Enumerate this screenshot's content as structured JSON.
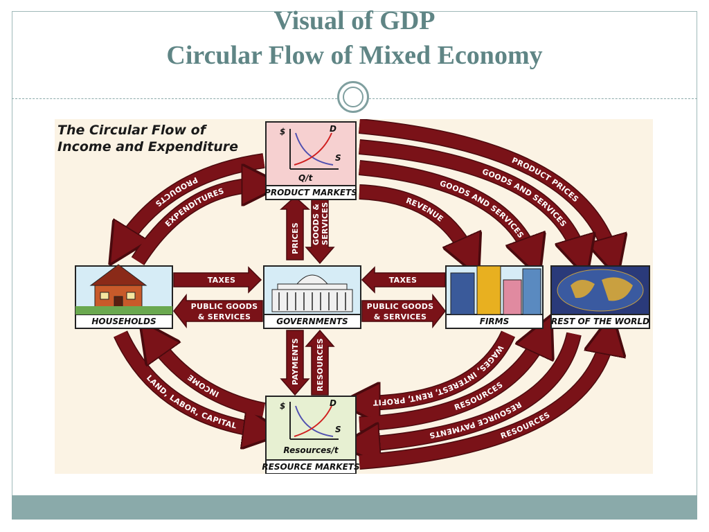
{
  "slide": {
    "title_line1": "Visual of GDP",
    "title_line2": "Circular Flow of Mixed Economy"
  },
  "diagram": {
    "title_line1": "The Circular Flow of",
    "title_line2": "Income and Expenditure",
    "nodes": {
      "product_markets": "PRODUCT MARKETS",
      "households": "HOUSEHOLDS",
      "governments": "GOVERNMENTS",
      "firms": "FIRMS",
      "rest_of_world": "REST OF THE WORLD",
      "resource_markets": "RESOURCE MARKETS"
    },
    "product_chart": {
      "y_axis": "$",
      "x_axis": "Q/t",
      "demand": "D",
      "supply": "S"
    },
    "resource_chart": {
      "y_axis": "$",
      "x_axis": "Resources/t",
      "demand": "D",
      "supply": "S"
    },
    "flows": {
      "products": "PRODUCTS",
      "expenditures": "EXPENDITURES",
      "product_prices": "PRODUCT PRICES",
      "goods_services_outer": "GOODS AND SERVICES",
      "goods_services_inner": "GOODS AND SERVICES",
      "revenue": "REVENUE",
      "prices": "PRICES",
      "goods_services_vertical_1": "GOODS &",
      "goods_services_vertical_2": "SERVICES",
      "taxes_left": "TAXES",
      "taxes_right": "TAXES",
      "public_goods_left_1": "PUBLIC GOODS",
      "public_goods_left_2": "& SERVICES",
      "public_goods_right_1": "PUBLIC GOODS",
      "public_goods_right_2": "& SERVICES",
      "payments": "PAYMENTS",
      "resources_vertical": "RESOURCES",
      "land_labor_capital": "LAND, LABOR, CAPITAL",
      "income": "INCOME",
      "wages": "WAGES, INTEREST, RENT, PROFIT",
      "resources_inner": "RESOURCES",
      "resource_payments": "RESOURCE PAYMENTS",
      "resources_outer": "RESOURCES"
    },
    "colors": {
      "arrow": "#7a1218",
      "arrow_edge": "#4a0a0e",
      "background": "#fbf3e4",
      "product_box": "#f6d0d0",
      "resource_box": "#e7f0d2",
      "accent": "#5f8585"
    }
  }
}
